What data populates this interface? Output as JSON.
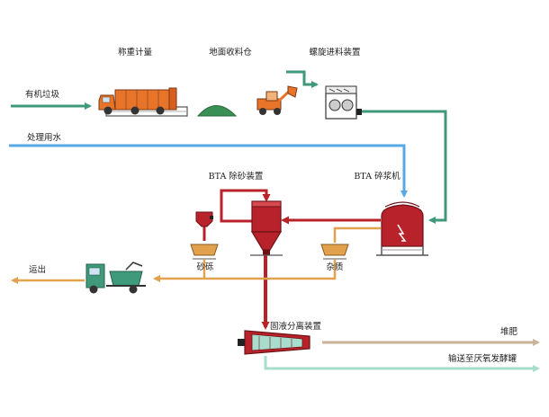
{
  "labels": {
    "weighing": "称重计量",
    "ground_bin": "地面收料仓",
    "screw_feeder": "螺旋进料装置",
    "organic_waste": "有机垃圾",
    "process_water": "处理用水",
    "bta_desander": "BTA 除砂装置",
    "bta_pulper": "BTA 碎浆机",
    "grit": "砂砾",
    "impurities": "杂质",
    "ship_out": "运出",
    "separator": "固液分离装置",
    "compost": "堆肥",
    "to_digester": "输送至厌氧发酵罐"
  },
  "colors": {
    "green_line": "#3f9a7c",
    "blue_line": "#57a9e6",
    "red_line": "#b8222a",
    "orange_line": "#e2a24d",
    "tan_line": "#c9b39a",
    "mint_line": "#a8dccc",
    "truck_orange": "#e8742a",
    "mound_green": "#3a8f55"
  }
}
